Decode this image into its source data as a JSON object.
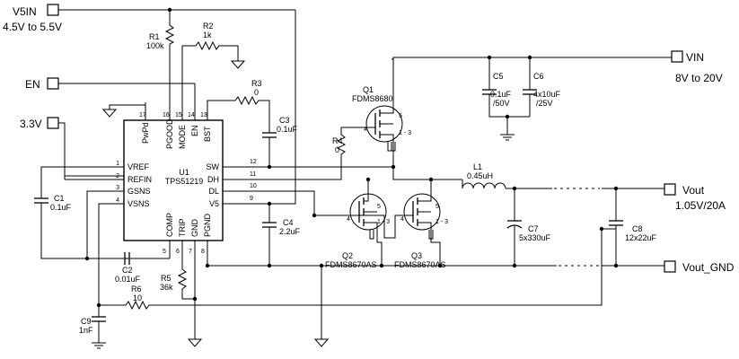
{
  "ports": {
    "v5in": "V5IN",
    "v5in_range": "4.5V to 5.5V",
    "en": "EN",
    "v33": "3.3V",
    "vin": "VIN",
    "vin_range": "8V to 20V",
    "vout": "Vout",
    "vout_spec": "1.05V/20A",
    "vout_gnd": "Vout_GND"
  },
  "ic": {
    "ref": "U1",
    "part": "TPS51219",
    "pins_left": [
      {
        "num": "1",
        "name": "VREF"
      },
      {
        "num": "2",
        "name": "REFIN"
      },
      {
        "num": "3",
        "name": "GSNS"
      },
      {
        "num": "4",
        "name": "VSNS"
      }
    ],
    "pins_right": [
      {
        "num": "12",
        "name": "SW"
      },
      {
        "num": "11",
        "name": "DH"
      },
      {
        "num": "10",
        "name": "DL"
      },
      {
        "num": "9",
        "name": "V5"
      }
    ],
    "pins_top": [
      {
        "num": "17",
        "name": "PwPd"
      },
      {
        "num": "16",
        "name": "PGOOD"
      },
      {
        "num": "15",
        "name": "MODE"
      },
      {
        "num": "14",
        "name": "EN"
      },
      {
        "num": "13",
        "name": "BST"
      }
    ],
    "pins_bottom": [
      {
        "num": "5",
        "name": "COMP"
      },
      {
        "num": "6",
        "name": "TRIP"
      },
      {
        "num": "7",
        "name": "GND"
      },
      {
        "num": "8",
        "name": "PGND"
      }
    ]
  },
  "components": {
    "r1": {
      "ref": "R1",
      "value": "100k"
    },
    "r2": {
      "ref": "R2",
      "value": "1k"
    },
    "r3": {
      "ref": "R3",
      "value": "0"
    },
    "r4": {
      "ref": "R4",
      "value": "0"
    },
    "r5": {
      "ref": "R5",
      "value": "36k"
    },
    "r6": {
      "ref": "R6",
      "value": "10"
    },
    "c1": {
      "ref": "C1",
      "value": "0.1uF"
    },
    "c2": {
      "ref": "C2",
      "value": "0.01uF"
    },
    "c3": {
      "ref": "C3",
      "value": "0.1uF"
    },
    "c4": {
      "ref": "C4",
      "value": "2.2uF"
    },
    "c5": {
      "ref": "C5",
      "value": "0.1uF",
      "rating": "/50V"
    },
    "c6": {
      "ref": "C6",
      "value": "4x10uF",
      "rating": "/25V"
    },
    "c7": {
      "ref": "C7",
      "value": "5x330uF"
    },
    "c8": {
      "ref": "C8",
      "value": "12x22uF"
    },
    "c9": {
      "ref": "C9",
      "value": "1nF"
    },
    "l1": {
      "ref": "L1",
      "value": "0.45uH"
    },
    "q1": {
      "ref": "Q1",
      "part": "FDMS8680"
    },
    "q2": {
      "ref": "Q2",
      "part": "FDMS8670AS"
    },
    "q3": {
      "ref": "Q3",
      "part": "FDMS8670AS"
    }
  },
  "fet_pins": {
    "gate": "4",
    "drain": "5",
    "source": "1 - 3"
  }
}
